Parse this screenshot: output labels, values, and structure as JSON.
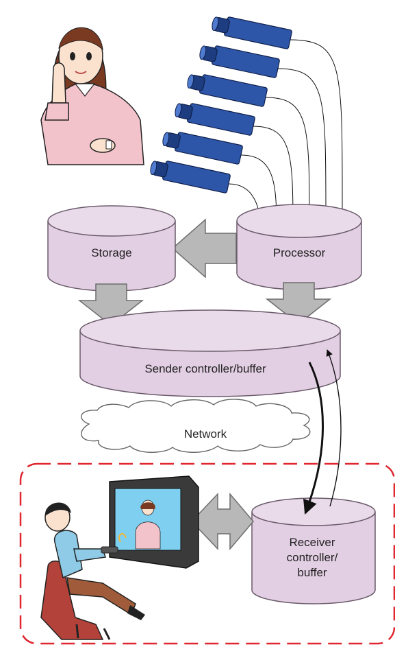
{
  "nodes": {
    "storage": {
      "label": "Storage"
    },
    "processor": {
      "label": "Processor"
    },
    "sender": {
      "label": "Sender controller/buffer"
    },
    "network": {
      "label": "Network"
    },
    "receiver": {
      "label_lines": [
        "Receiver",
        "controller/",
        "buffer"
      ]
    }
  },
  "cameras": {
    "count": 6
  },
  "colors": {
    "cylinder_fill": "#e3cfe3",
    "cylinder_top": "#eadbea",
    "cylinder_stroke": "#6a5a6a",
    "block_arrow_fill": "#b8b8b8",
    "block_arrow_stroke": "#6d6d6d",
    "camera_blue": "#2e56a8",
    "camera_dark": "#1d3d80",
    "dashed_box": "#e0262f",
    "network_cloud": "#ffffff"
  }
}
